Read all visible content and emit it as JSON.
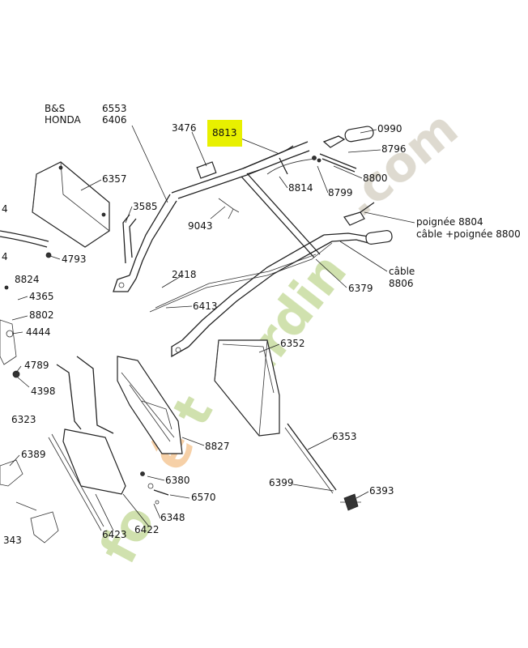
{
  "labels": {
    "bs": "B&S",
    "honda": "HONDA",
    "p6553": "6553",
    "p6406": "6406",
    "p3476": "3476",
    "p8813": "8813",
    "p0990": "0990",
    "p8796": "8796",
    "p8800": "8800",
    "p8814": "8814",
    "p8799": "8799",
    "p6357": "6357",
    "p3585": "3585",
    "p9043": "9043",
    "poignee": "poignée 8804",
    "cablepoignee": "câble +poignée 8800",
    "cable": "câble",
    "p8806": "8806",
    "p6379": "6379",
    "p2418": "2418",
    "p6413": "6413",
    "p4793": "4793",
    "p8824": "8824",
    "p4365": "4365",
    "p8802": "8802",
    "p4444": "4444",
    "p4789": "4789",
    "p4398": "4398",
    "p6323": "6323",
    "p6389": "6389",
    "p343": "343",
    "p6352": "6352",
    "p8827": "8827",
    "p6380": "6380",
    "p6570": "6570",
    "p6348": "6348",
    "p6423": "6423",
    "p6422": "6422",
    "p6353": "6353",
    "p6399": "6399",
    "p6393": "6393",
    "p4a": "4",
    "p4b": "4"
  },
  "watermark": {
    "word1": "forêt",
    "word2": "jardin",
    "word3": ".com",
    "color_green": "#c8dca0",
    "color_orange": "#f5c898",
    "color_grey": "#d8d4c8"
  },
  "highlight_color": "#e8f000"
}
